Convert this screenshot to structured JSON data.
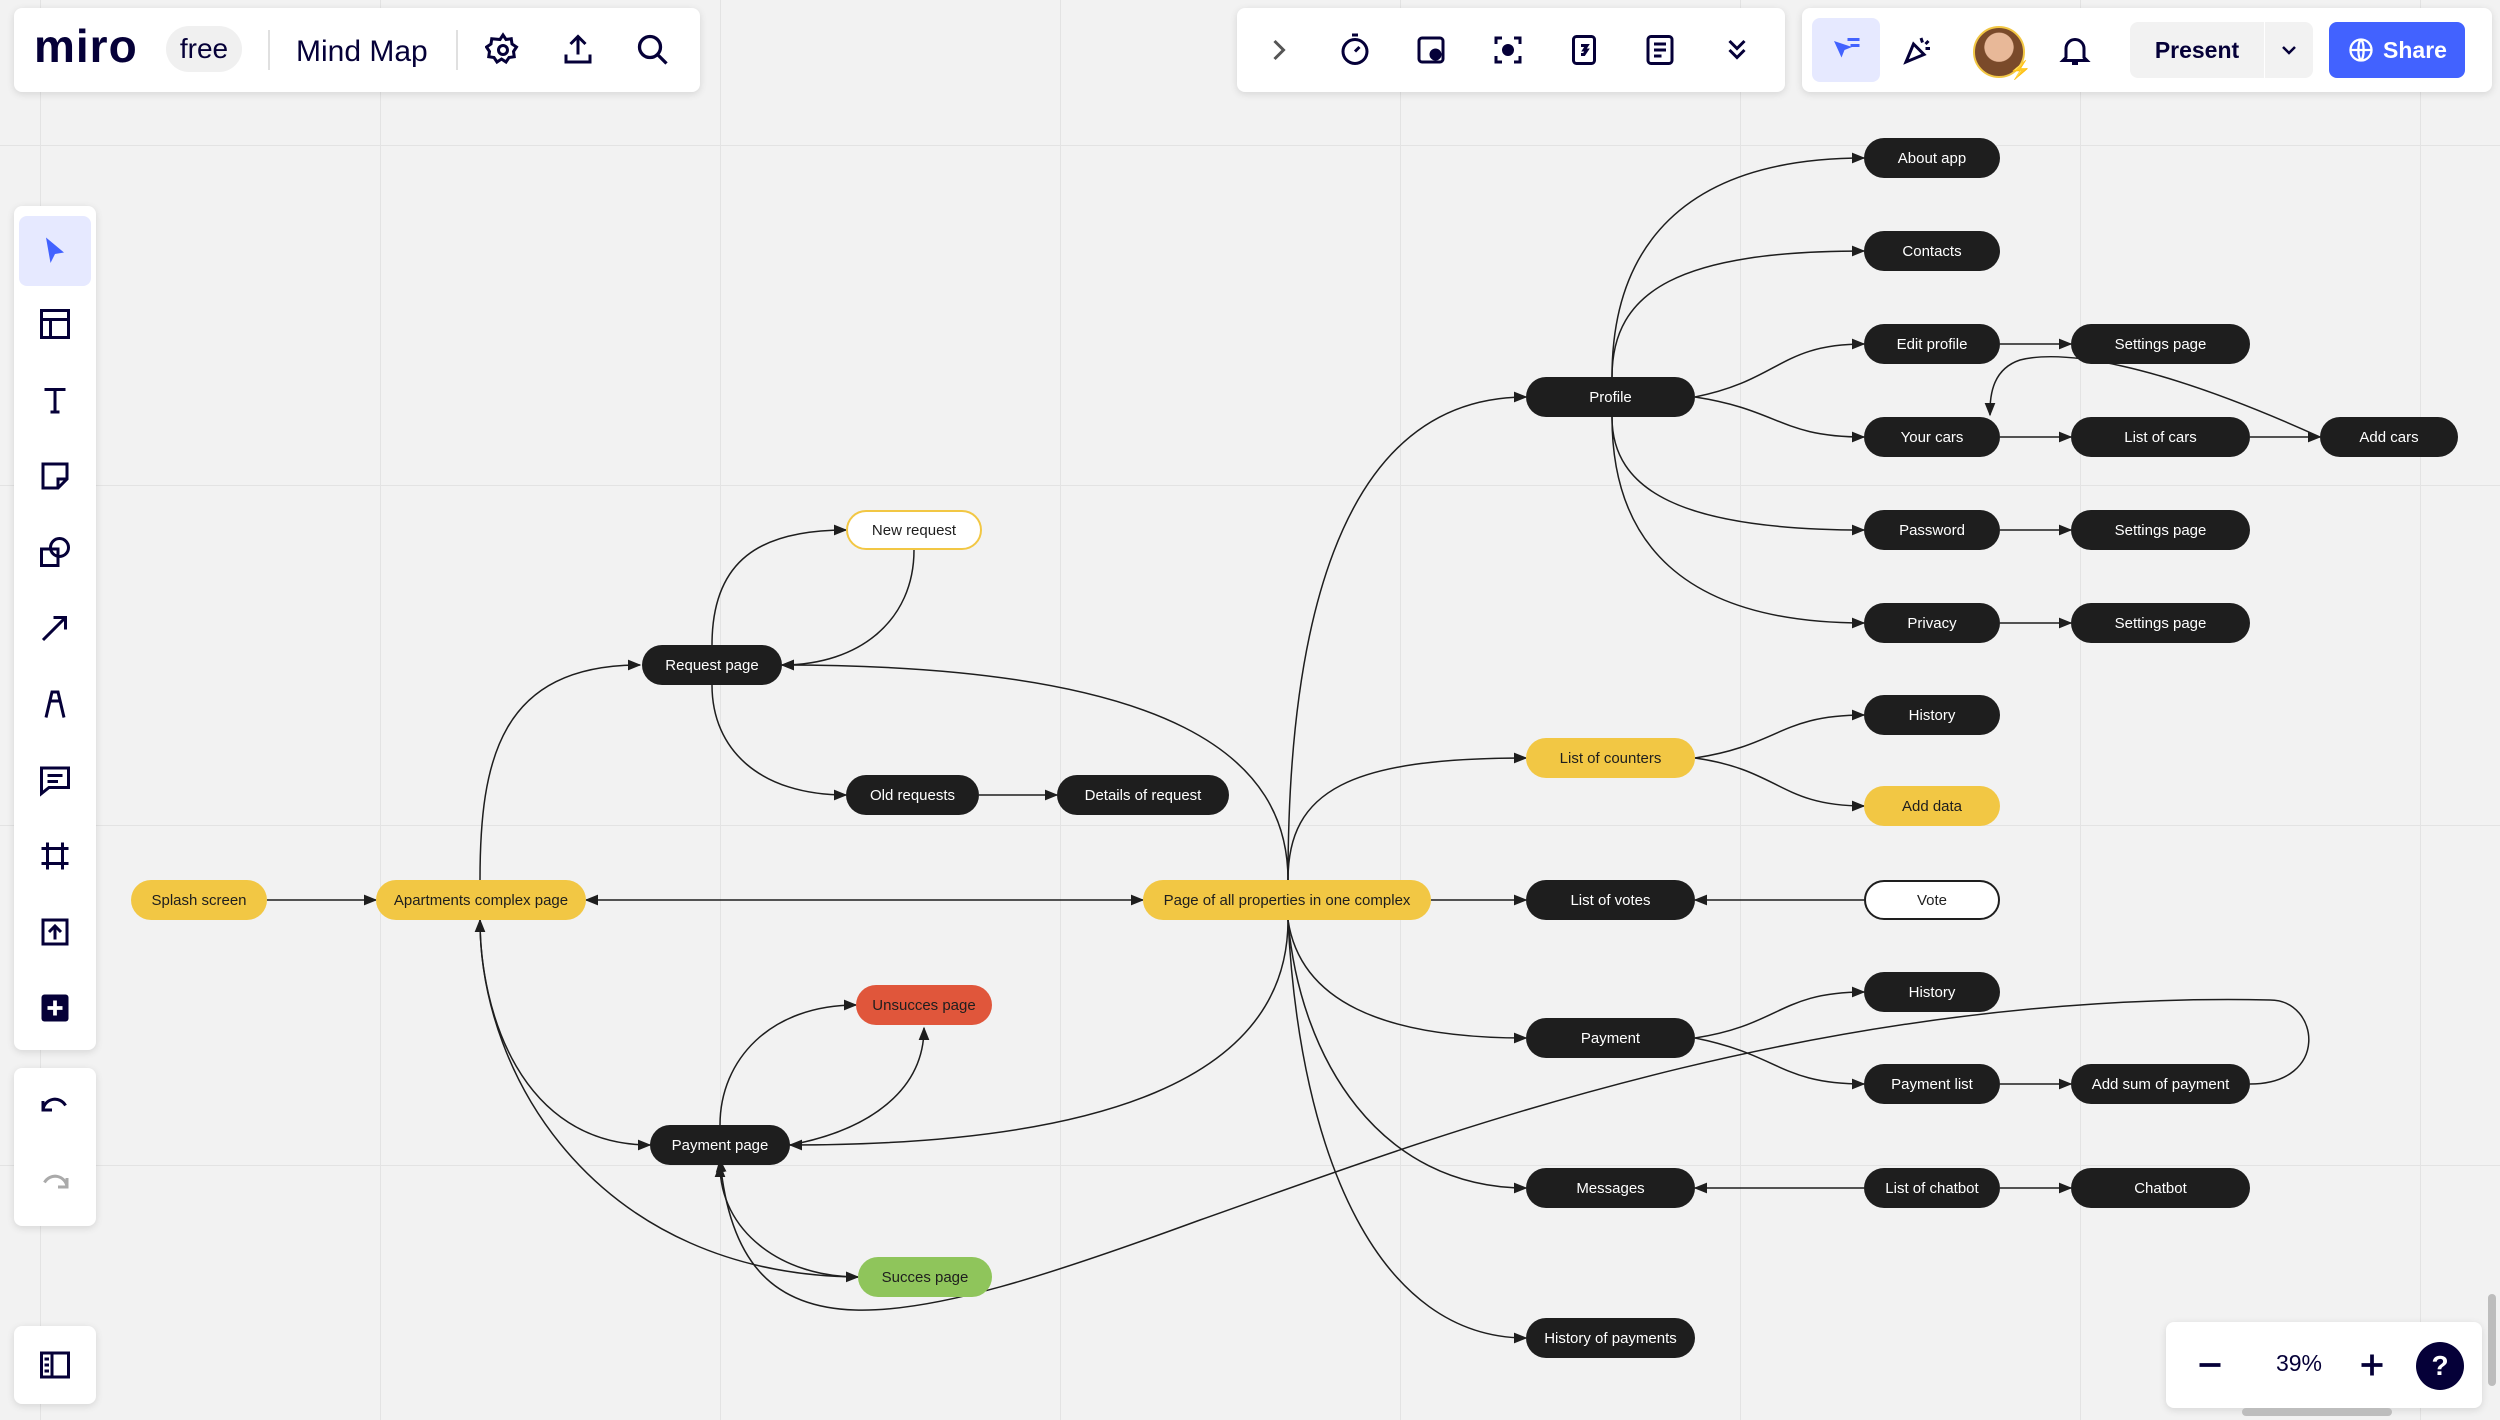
{
  "header": {
    "logo": "miro",
    "plan_badge": "free",
    "board_title": "Mind Map",
    "present_label": "Present",
    "share_label": "Share",
    "icons": [
      "settings-icon",
      "export-icon",
      "search-icon"
    ]
  },
  "top_tools": {
    "icons": [
      "chevron-right-icon",
      "timer-icon",
      "voting-icon",
      "focus-icon",
      "calendar-icon",
      "notes-icon",
      "chevron-double-down-icon",
      "cursor-follow-icon",
      "celebrate-icon",
      "avatar",
      "bell-icon"
    ]
  },
  "left_toolbar": {
    "tools": [
      "select-tool",
      "templates-tool",
      "text-tool",
      "sticky-note-tool",
      "shapes-tool",
      "arrow-tool",
      "pen-tool",
      "comment-tool",
      "frame-tool",
      "upload-tool",
      "more-tools"
    ],
    "undo": "undo-icon",
    "redo": "redo-icon"
  },
  "zoom": {
    "value": "39%",
    "help": "?"
  },
  "colors": {
    "accent": "#4262ff",
    "dark_node": "#1e1e1e",
    "yellow_node": "#f2c744",
    "red_node": "#e0563b",
    "green_node": "#8fc55b"
  },
  "mindmap": {
    "nodes": {
      "splash": "Splash screen",
      "apartments": "Apartments complex page",
      "all_props": "Page of all properties in one complex",
      "request": "Request page",
      "new_request": "New request",
      "old_requests": "Old requests",
      "details_request": "Details of request",
      "payment_page": "Payment page",
      "unsucces": "Unsucces page",
      "succes": "Succes page",
      "profile": "Profile",
      "about_app": "About app",
      "contacts": "Contacts",
      "edit_profile": "Edit profile",
      "settings_1": "Settings page",
      "your_cars": "Your cars",
      "list_cars": "List of cars",
      "add_cars": "Add cars",
      "password": "Password",
      "settings_2": "Settings page",
      "privacy": "Privacy",
      "settings_3": "Settings page",
      "list_counters": "List of counters",
      "history_1": "History",
      "add_data": "Add data",
      "list_votes": "List of votes",
      "vote": "Vote",
      "payment": "Payment",
      "history_2": "History",
      "payment_list": "Payment list",
      "add_sum": "Add sum of payment",
      "messages": "Messages",
      "list_chatbot": "List of chatbot",
      "chatbot": "Chatbot",
      "history_payments": "History of payments"
    }
  }
}
